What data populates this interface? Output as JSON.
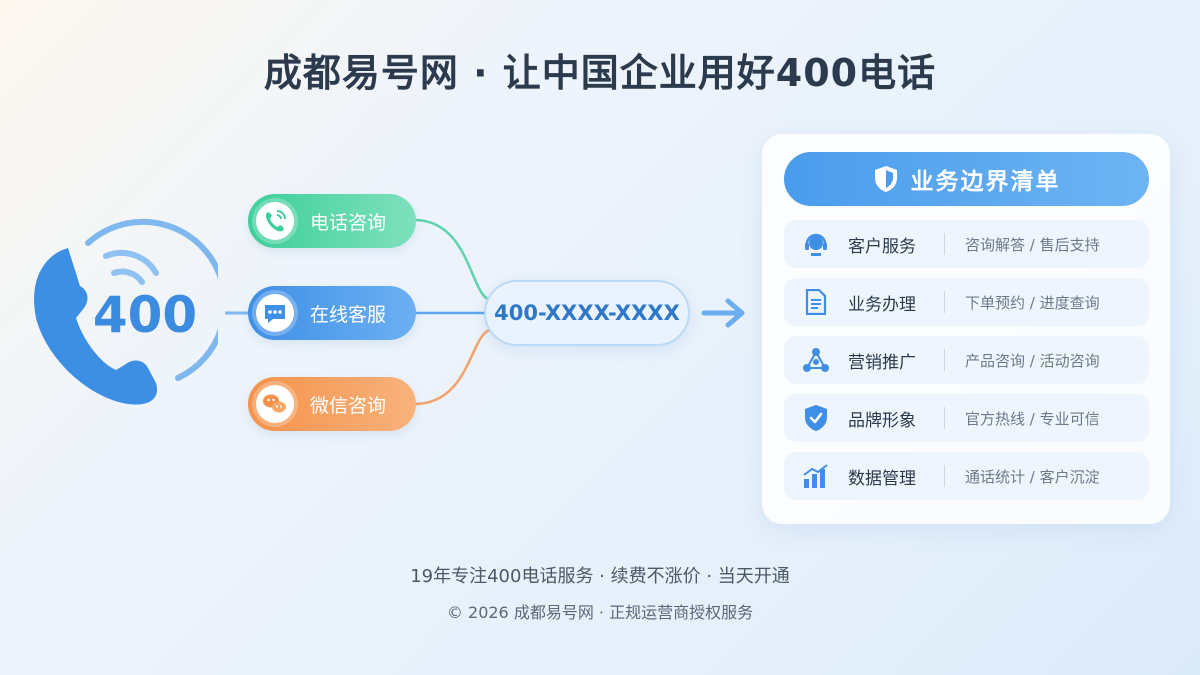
{
  "title": "成都易号网 · 让中国企业用好400电话",
  "phone_badge": {
    "number": "400",
    "icon": "phone-handset-icon"
  },
  "channels": [
    {
      "label": "电话咨询",
      "icon": "phone-icon",
      "color": "#3dcf9a"
    },
    {
      "label": "在线客服",
      "icon": "chat-bubble-icon",
      "color": "#3f8fe6"
    },
    {
      "label": "微信咨询",
      "icon": "wechat-icon",
      "color": "#f5924a"
    }
  ],
  "hotline": "400-XXXX-XXXX",
  "service_card": {
    "title": "业务边界清单",
    "title_icon": "shield-icon",
    "items": [
      {
        "name": "客户服务",
        "desc": "咨询解答 / 售后支持",
        "icon": "headset-icon"
      },
      {
        "name": "业务办理",
        "desc": "下单预约 / 进度查询",
        "icon": "document-icon"
      },
      {
        "name": "营销推广",
        "desc": "产品咨询 / 活动咨询",
        "icon": "network-icon"
      },
      {
        "name": "品牌形象",
        "desc": "官方热线 / 专业可信",
        "icon": "shield-check-icon"
      },
      {
        "name": "数据管理",
        "desc": "通话统计 / 客户沉淀",
        "icon": "bar-chart-icon"
      }
    ]
  },
  "footer": {
    "line1": "19年专注400电话服务 · 续费不涨价 · 当天开通",
    "line2": "© 2026 成都易号网 · 正规运营商授权服务"
  },
  "colors": {
    "accent_blue": "#3f8fe6",
    "green": "#3dcf9a",
    "orange": "#f5924a",
    "title": "#2b3a4d"
  }
}
